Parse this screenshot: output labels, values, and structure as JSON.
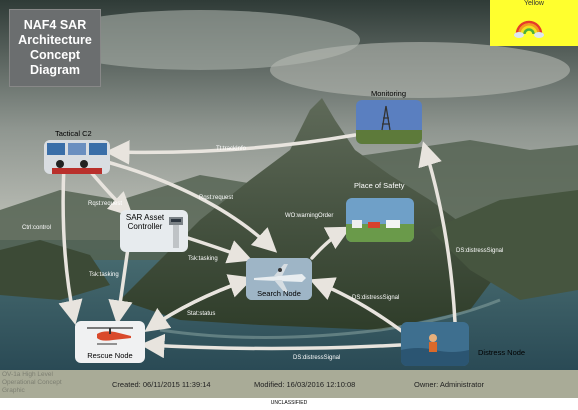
{
  "title": [
    "NAF4 SAR",
    "Architecture",
    "Concept",
    "Diagram"
  ],
  "corner_badge": {
    "label": "Yellow"
  },
  "nodes": {
    "monitoring": "Monitoring",
    "tactical_c2": "Tactical C2",
    "place_of_safety": "Place of Safety",
    "sar_asset_controller": [
      "SAR Asset",
      "Controller"
    ],
    "search_node": "Search Node",
    "rescue_node": "Rescue Node",
    "distress_node": "Distress Node"
  },
  "edges": {
    "tt_trackinfo": "Tt:trackInfo",
    "rqst_request_a": "Rqst:request",
    "rqst_request_b": "Rqst:request",
    "ctrl_control": "Ctrl:control",
    "wo_warning_order": "WO:warningOrder",
    "tsk_tasking_a": "Tsk:tasking",
    "tsk_tasking_b": "Tsk:tasking",
    "ds_distress_signal_a": "DS:distressSignal",
    "ds_distress_signal_b": "DS:distressSignal",
    "ds_distress_signal_c": "DS:distressSignal",
    "stat_status": "Stat:status"
  },
  "footer": {
    "left_lines": [
      "OV-1a High Level",
      "Operational Concept",
      "Graphic"
    ],
    "created": "Created:  06/11/2015 11:39:14",
    "modified": "Modified:  16/03/2016 12:10:08",
    "owner": "Owner:  Administrator"
  },
  "classification": "UNCLASSIFIED"
}
